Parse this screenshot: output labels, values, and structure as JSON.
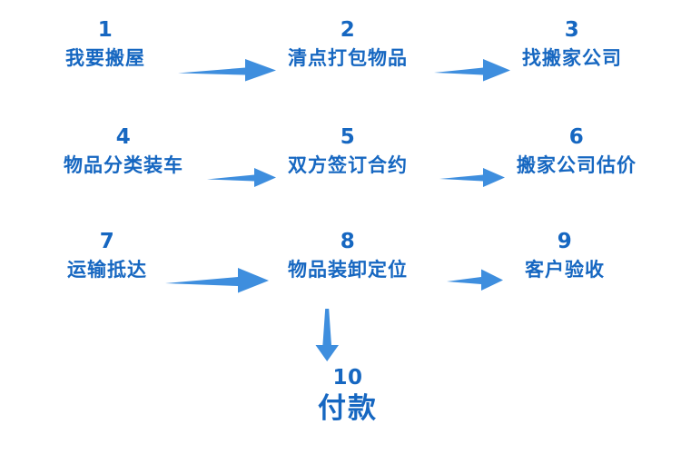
{
  "diagram": {
    "title_present": false,
    "background_color": "#ffffff",
    "text_color": "#1667c1",
    "arrow_color": "#3e8ede",
    "steps": [
      {
        "number": "1",
        "label": "我要搬屋"
      },
      {
        "number": "2",
        "label": "清点打包物品"
      },
      {
        "number": "3",
        "label": "找搬家公司"
      },
      {
        "number": "4",
        "label": "物品分类装车"
      },
      {
        "number": "5",
        "label": "双方签订合约"
      },
      {
        "number": "6",
        "label": "搬家公司估价"
      },
      {
        "number": "7",
        "label": "运输抵达"
      },
      {
        "number": "8",
        "label": "物品装卸定位"
      },
      {
        "number": "9",
        "label": "客户验收"
      },
      {
        "number": "10",
        "label": "付款"
      }
    ],
    "connectors": [
      {
        "name": "arrow-1-to-2",
        "direction": "right"
      },
      {
        "name": "arrow-2-to-3",
        "direction": "right"
      },
      {
        "name": "arrow-4-to-5",
        "direction": "right"
      },
      {
        "name": "arrow-5-to-6",
        "direction": "right"
      },
      {
        "name": "arrow-7-to-8",
        "direction": "right"
      },
      {
        "name": "arrow-8-to-9",
        "direction": "right"
      },
      {
        "name": "arrow-8-to-10",
        "direction": "down"
      }
    ]
  }
}
